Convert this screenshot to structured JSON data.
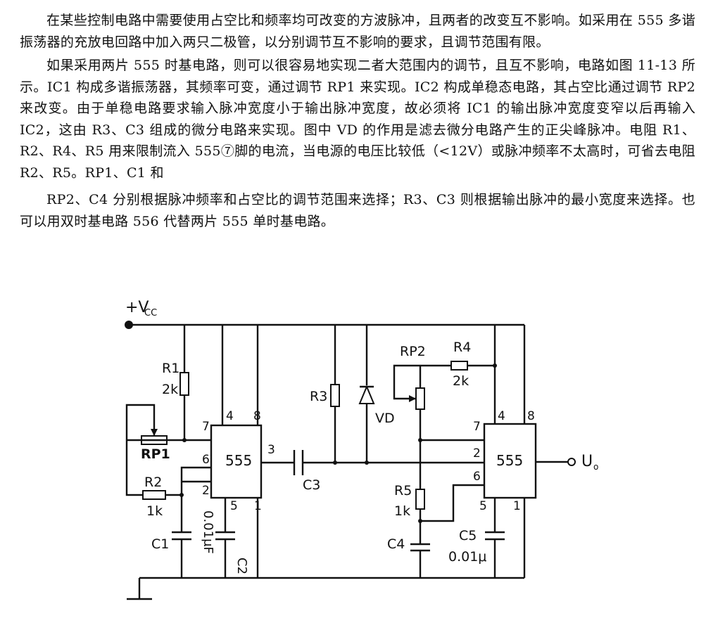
{
  "paragraphs": [
    "在某些控制电路中需要使用占空比和频率均可改变的方波脉冲，且两者的改变互不影响。如采用在 555 多谐振荡器的充放电回路中加入两只二极管，以分别调节互不影响的要求，且调节范围有限。",
    "如果采用两片 555 时基电路，则可以很容易地实现二者大范围内的调节，且互不影响，电路如图 11-13 所示。IC1 构成多谐振荡器，其频率可变，通过调节 RP1 来实现。IC2 构成单稳态电路，其占空比通过调节 RP2 来改变。由于单稳电路要求输入脉冲宽度小于输出脉冲宽度，故必须将 IC1 的输出脉冲宽度变窄以后再输入 IC2，这由 R3、C3 组成的微分电路来实现。图中 VD 的作用是滤去微分电路产生的正尖峰脉冲。电阻 R1、R2、R4、R5 用来限制流入 555⑦脚的电流，当电源的电压比较低（<12V）或脉冲频率不太高时，可省去电阻 R2、R5。RP1、C1 和",
    "RP2、C4 分别根据脉冲频率和占空比的调节范围来选择；R3、C3 则根据输出脉冲的最小宽度来选择。也可以用双时基电路 556 代替两片 555 单时基电路。"
  ],
  "schematic": {
    "supply_label_main": "+V",
    "supply_label_sub": "CC",
    "ic1_label": "555",
    "ic2_label": "555",
    "r1_label": "R1",
    "r1_value": "2k",
    "rp1_label": "RP1",
    "r2_label": "R2",
    "r2_value": "1k",
    "c1_label": "C1",
    "c2_label": "C2",
    "c2_value": "0.01μF",
    "r3_label": "R3",
    "c3_label": "C3",
    "vd_label": "VD",
    "rp2_label": "RP2",
    "r4_label": "R4",
    "r4_value": "2k",
    "r5_label": "R5",
    "r5_value": "1k",
    "c4_label": "C4",
    "c5_label": "C5",
    "c5_value": "0.01μ",
    "output_main": "U",
    "output_sub": "o",
    "ic1_pins": [
      "7",
      "6",
      "2",
      "4",
      "8",
      "3",
      "5",
      "1"
    ],
    "ic2_pins": [
      "7",
      "2",
      "6",
      "4",
      "8",
      "5",
      "1"
    ]
  }
}
